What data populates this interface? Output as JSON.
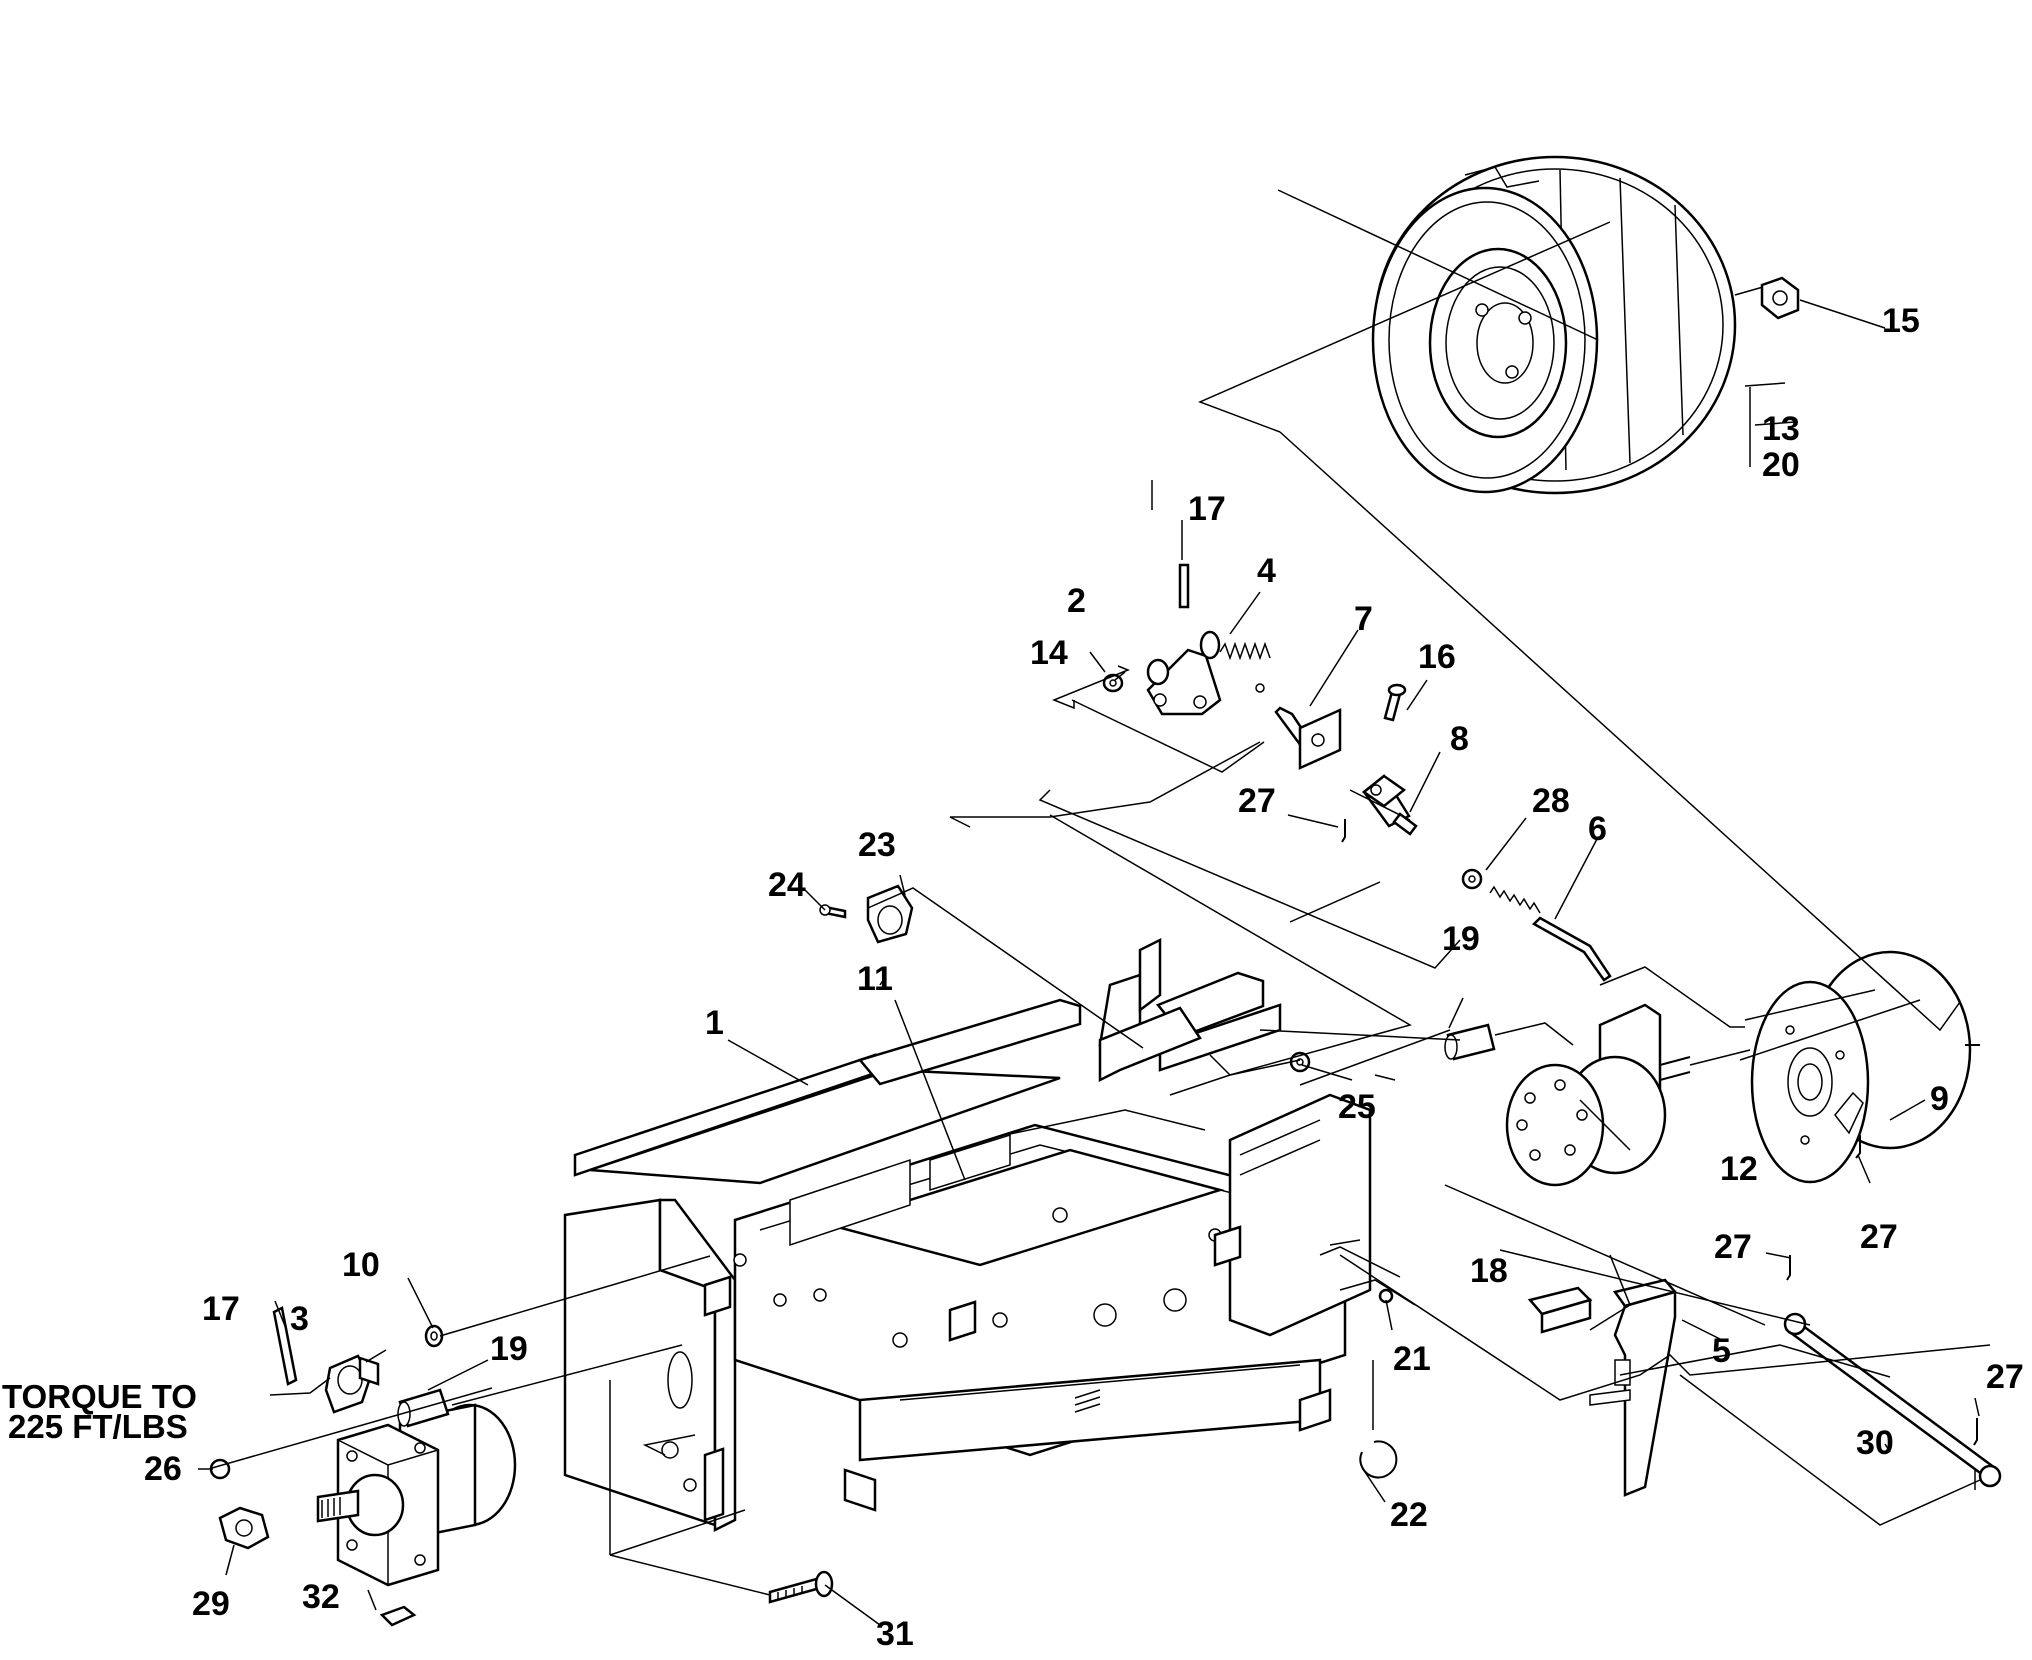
{
  "note": {
    "line1": "TORQUE TO",
    "line2": "225 FT/LBS"
  },
  "labels": {
    "l1": "1",
    "l2": "2",
    "l3": "3",
    "l4": "4",
    "l5": "5",
    "l6": "6",
    "l7": "7",
    "l8": "8",
    "l9": "9",
    "l10": "10",
    "l11": "11",
    "l12": "12",
    "l13": "13",
    "l14": "14",
    "l15": "15",
    "l16": "16",
    "l17a": "17",
    "l17b": "17",
    "l18": "18",
    "l19a": "19",
    "l19b": "19",
    "l20": "20",
    "l21": "21",
    "l22": "22",
    "l23": "23",
    "l24": "24",
    "l25": "25",
    "l26": "26",
    "l27a": "27",
    "l27b": "27",
    "l27c": "27",
    "l27d": "27",
    "l28": "28",
    "l29": "29",
    "l30": "30",
    "l31": "31",
    "l32": "32"
  }
}
